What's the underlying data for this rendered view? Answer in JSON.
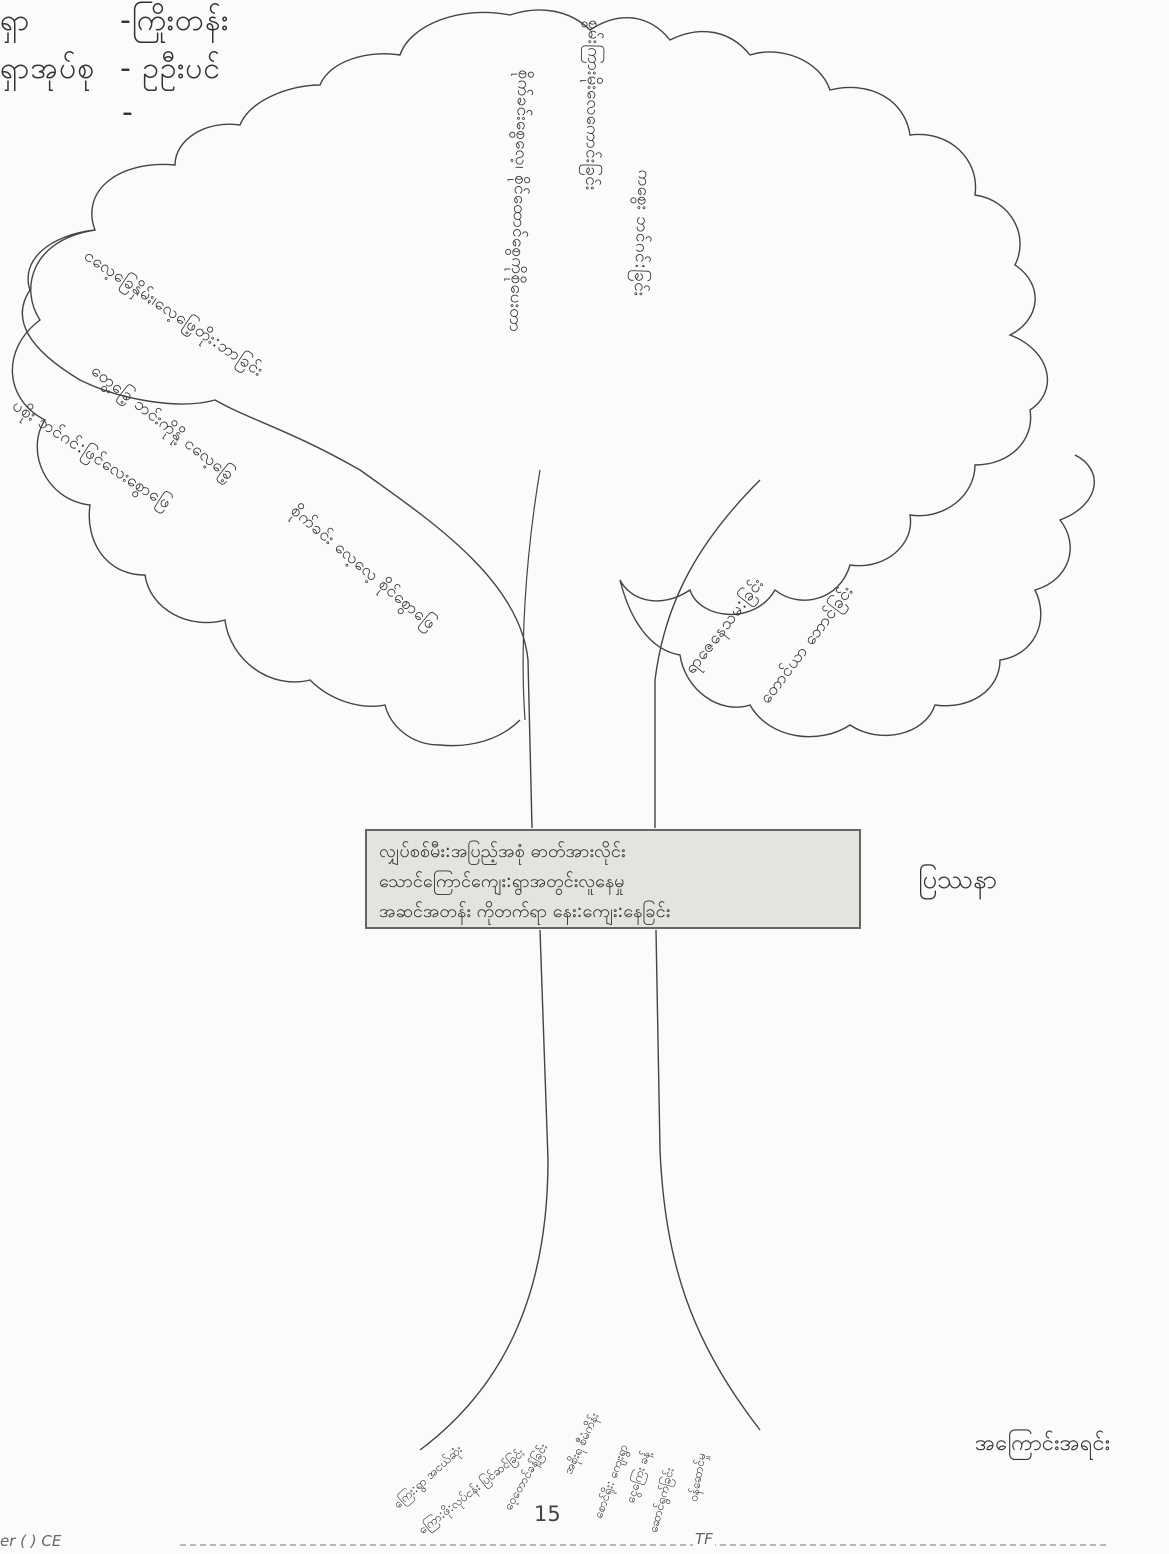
{
  "header": {
    "line1_label": "ရှာ",
    "line1_value": "-ကြိုး၀ာန်း",
    "line2_label": "ရှာအုပ်စု",
    "line2_value": "- ဥဦးပင်",
    "line3_dash": "-"
  },
  "tree": {
    "leaf_texts": [
      "ငလေ့ခြေနှိမ်ႏ၊လေ့ဖြေ့တိုး:ဘာခြင်း",
      "တွေ့ခြေ့ ဘင်းကိုနို့ ငလေ့ခြေ့",
      "ပစိုး ဘင်ဂင်:ဖြင်လေးစွောဖြေ",
      "စိုက်ခင်း လေ့လေ့ စိုင်စွောဖြေ",
      "စိုက်ခင်းစွေလေ့၊ စိုင်ထောင်စွေကိုစိုပေးတာ",
      "စွမ်းကြားမိုးလေကောင်းခြင်း",
      "ကစွေး ဘင်ဂင်:ခြင်း",
      "ရာဇေနေသမ:ခြင်း",
      "တောင်ယာ ဘောင်ခြင်း"
    ],
    "trunk_label_lines": [
      "လျှပ်စစ်မီး:အပြည့်အစုံ ဓာတ်အားလိုင်း",
      "သောင်ကြောင်ကျေး:ရွာအတွင်းလူနေမှု",
      "အဆင်အတန်း ကိုတက်ရာ နေး:ကျေး:နေခြင်း"
    ],
    "right_label": "ပြဿနာ",
    "bottom_right_label": "အကြောင်းအရင်း",
    "root_texts": [
      "ကြေး:ရွာ အငယ်ဆုံး",
      "ကြော:ဖို:လုပ်ငန်း ပြင်ဆင်ခြင်း",
      "ဝေ့တောင်ခန့်ခြင်း",
      "အစိုးရ စီမံကိန်း",
      "စောင်ရိုး: ကျေးရွာ",
      "ငွေကြေး ခန့်",
      "ဆောင်ရွက်ခြင်း",
      "ဝန်ဆောင်မှု"
    ]
  },
  "footer": {
    "page_number": "15",
    "left_text": "er (        ) CE",
    "mid_text": "TF"
  }
}
